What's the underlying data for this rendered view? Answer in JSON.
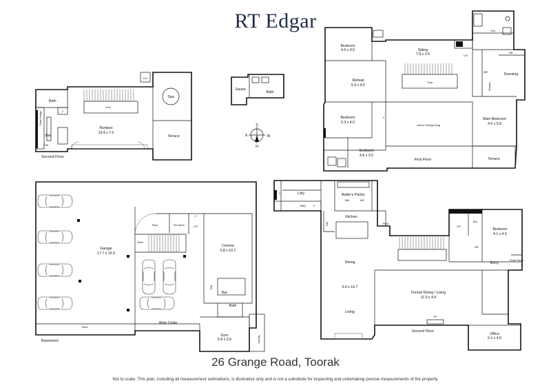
{
  "brand": "RT Edgar",
  "address": "26 Grange Road, Toorak",
  "disclaimer": "Not to scale. This plan, including all measurement estimations, is illustrative only and is not a substitute for inspecting and undertaking precise measurements of the property.",
  "compass": {
    "n": "N",
    "s": "S",
    "e": "E",
    "w": "W"
  },
  "second_floor": {
    "label": "Second Floor",
    "rooms": {
      "rumpus": "Rumpus",
      "rumpus_dim": "10.4 x 7.0",
      "bath": "Bath",
      "void": "Void",
      "spa": "Spa",
      "terrace": "Terrace",
      "bar": "Bar",
      "lr": "L/R",
      "c": "C",
      "drink_fridge": "Drink Fridge",
      "dw": "DW"
    }
  },
  "sauna_block": {
    "sauna": "Sauna",
    "bath": "Bath"
  },
  "first_floor": {
    "label": "First Floor",
    "rooms": {
      "bedroom_a": "Bedroom",
      "bedroom_a_dim": "4.5 x 3.9",
      "sitting": "Sitting",
      "sitting_dim": "7.8 x 2.6",
      "retreat": "Retreat",
      "retreat_dim": "5.9 x 4.5",
      "bedroom_b": "Bedroom",
      "bedroom_b_dim": "5.3 x 4.0",
      "bedroom_c": "Bedroom",
      "bedroom_c_dim": "4.6 x 3.5",
      "main_bedroom": "Main Bedroom",
      "main_bedroom_dim": "4.6 x 5.8",
      "void": "Void",
      "void_to": "Void to Dining/Living",
      "dressing": "Dressing",
      "shower": "Shower",
      "ens": "Ens",
      "terrace": "Terrace",
      "lr": "L/R",
      "br": "BR",
      "wr": "WR",
      "c": "C"
    }
  },
  "basement": {
    "label": "Basement",
    "rooms": {
      "garage": "Garage",
      "garage_dim": "17.7 x 15.9",
      "cinema": "Cinema",
      "cinema_dim": "5.8 x 10.1",
      "gym": "Gym",
      "gym_dim": "5.8 x 3.9",
      "wine_cellar": "Wine Cellar",
      "bath": "Bath",
      "bar": "Bar",
      "store": "Store",
      "bin_store": "Bin Store",
      "terrace": "Terrace",
      "lr": "L/R",
      "c": "C",
      "dw": "DW"
    }
  },
  "ground_floor": {
    "label": "Ground Floor",
    "rooms": {
      "ldry": "Ldry",
      "butlers_pantry": "Butler's Pantry",
      "kitchen": "Kitchen",
      "dining": "Dining",
      "dining_living_dim": "5.9 x 10.7",
      "living": "Living",
      "formal": "Formal Dining / Living",
      "formal_dim": "11.9 x 4.9",
      "bedroom": "Bedroom",
      "bedroom_dim": "4.1 x 4.5",
      "entry": "Entry",
      "cloak_room": "Cloak Room",
      "office": "Office",
      "office_dim": "6.1 x 4.0",
      "ens": "Ens",
      "lr": "L/R",
      "br": "BR",
      "pwd": "PWD",
      "fp": "FP",
      "mw": "MW",
      "wo": "WO",
      "bbq": "BBQ",
      "c": "C",
      "f": "F",
      "dw": "DW"
    }
  }
}
